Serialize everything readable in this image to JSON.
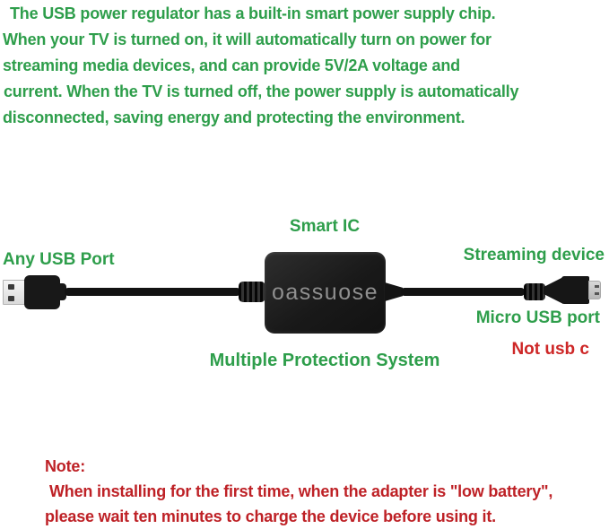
{
  "colors": {
    "text_green": "#2E9E4B",
    "note_red": "#BE2126",
    "warning_red": "#CE2727",
    "brand_gray": "#8F8F8F",
    "device_black": "#161616"
  },
  "description": {
    "lines": [
      "The USB power regulator has a built-in smart power supply chip.",
      "When your TV is turned on, it will automatically turn on power for",
      "streaming media devices, and can provide 5V/2A voltage and",
      "current. When the TV is turned off, the power supply is automatically",
      "disconnected, saving energy and protecting the environment."
    ]
  },
  "diagram": {
    "smart_ic_label": "Smart IC",
    "any_usb_port_label": "Any USB Port",
    "streaming_device_label": "Streaming device",
    "micro_usb_port_label": "Micro USB port",
    "not_usb_c_label": "Not usb c",
    "multiple_protection_label": "Multiple Protection System",
    "brand": "oassuose"
  },
  "note": {
    "title": "Note:",
    "lines": [
      " When installing for the first time, when the adapter is \"low battery\",",
      "please wait ten minutes to charge the device before using it."
    ]
  }
}
